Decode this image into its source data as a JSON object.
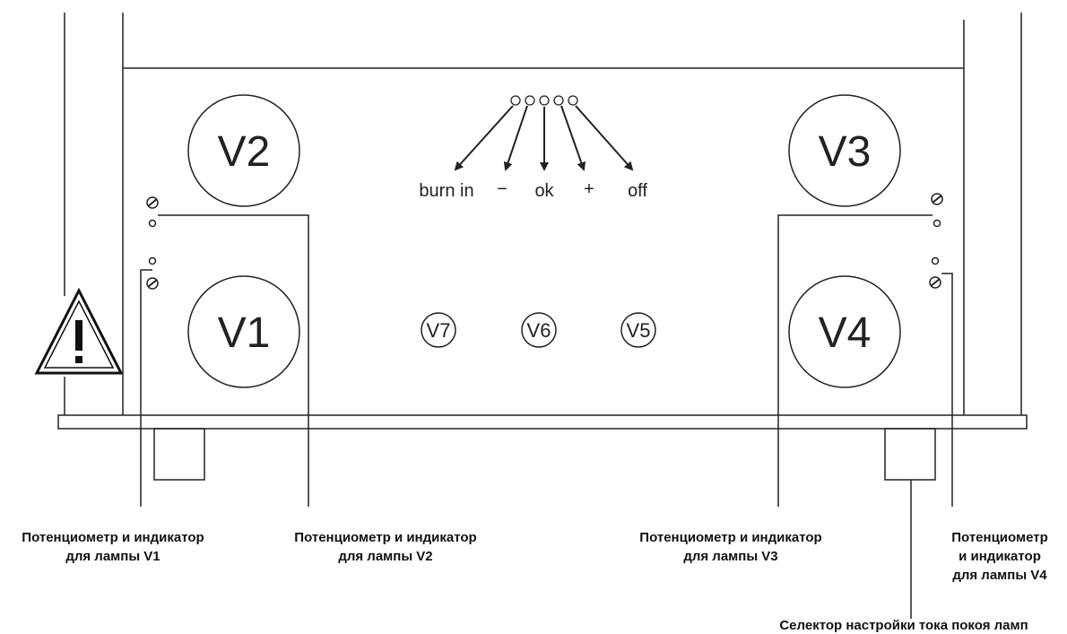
{
  "tubes": {
    "v1": "V1",
    "v2": "V2",
    "v3": "V3",
    "v4": "V4",
    "v5": "V5",
    "v6": "V6",
    "v7": "V7"
  },
  "indicator_labels": {
    "burn_in": "burn in",
    "minus": "−",
    "ok": "ok",
    "plus": "+",
    "off": "off"
  },
  "callouts": {
    "v1_line1": "Потенциометр и индикатор",
    "v1_line2": "для лампы V1",
    "v2_line1": "Потенциометр и индикатор",
    "v2_line2": "для лампы V2",
    "v3_line1": "Потенциометр и индикатор",
    "v3_line2": "для лампы V3",
    "v4_line1": "Потенциометр",
    "v4_line2": "и индикатор",
    "v4_line3": "для лампы V4",
    "selector": "Селектор настройки тока покоя ламп"
  },
  "warning_icon": "warning-triangle-icon"
}
